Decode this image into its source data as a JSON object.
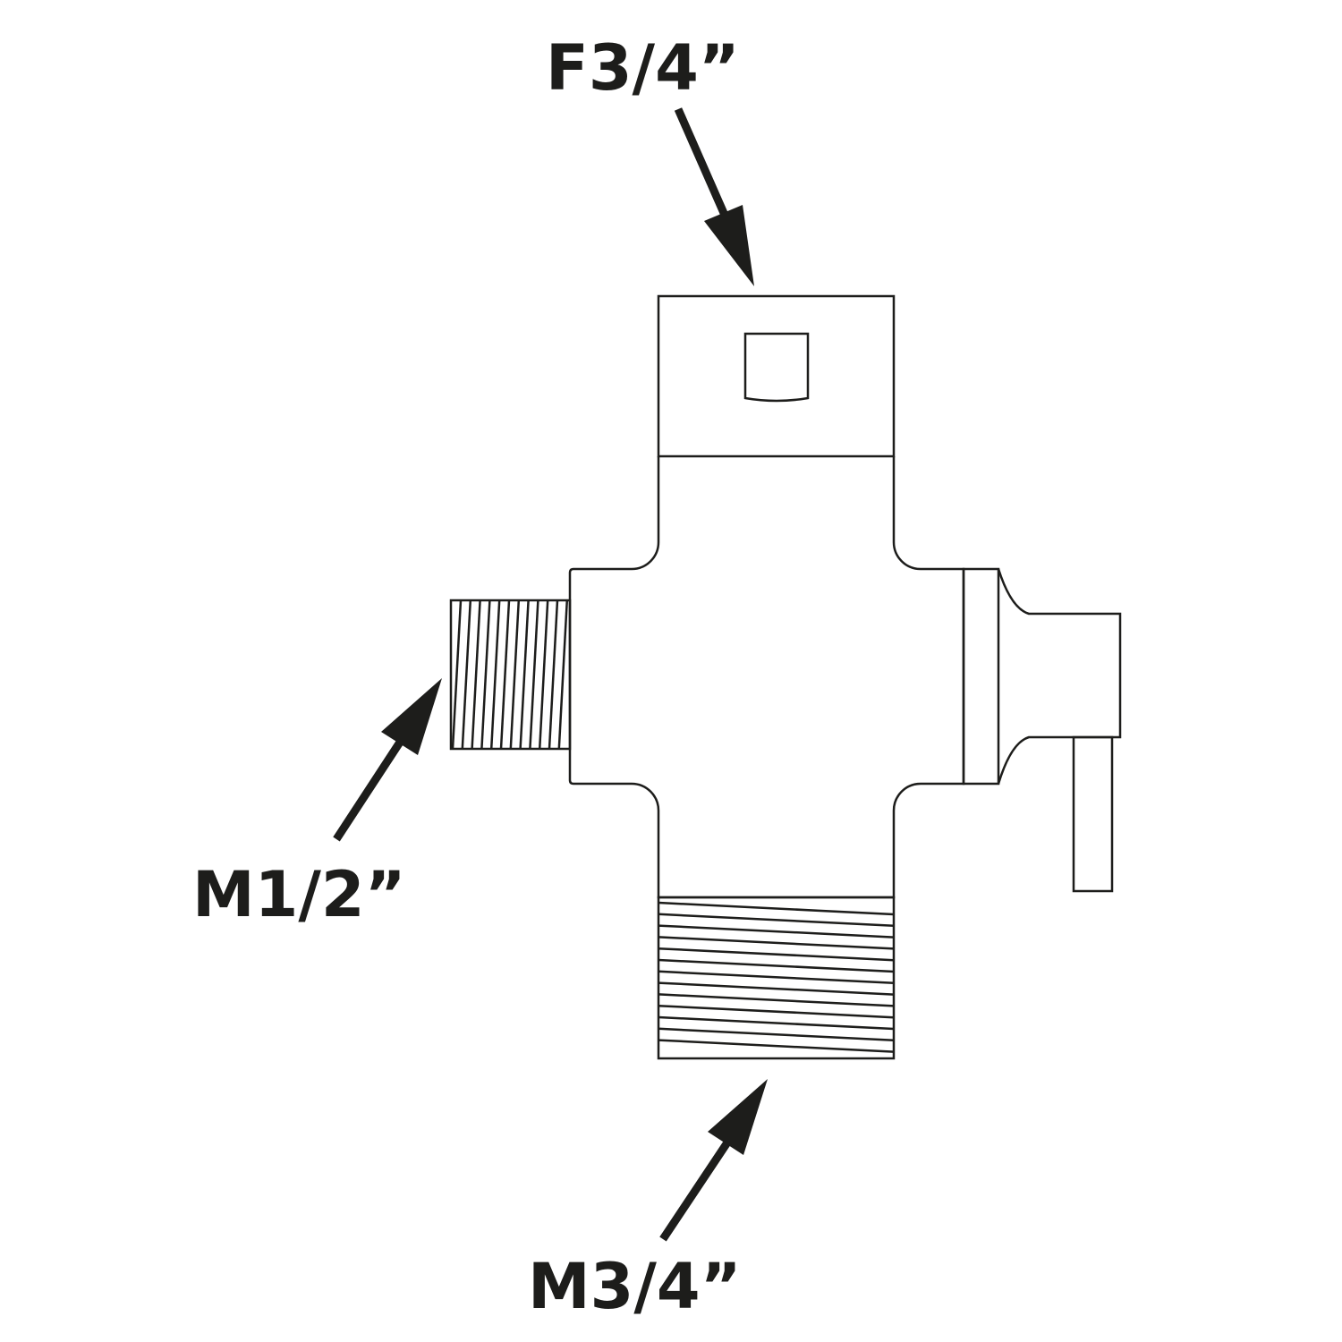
{
  "labels": {
    "top": "F3/4”",
    "left": "M1/2”",
    "bottom": "M3/4”"
  },
  "colors": {
    "ink": "#1d1d1b",
    "background": "#ffffff"
  }
}
